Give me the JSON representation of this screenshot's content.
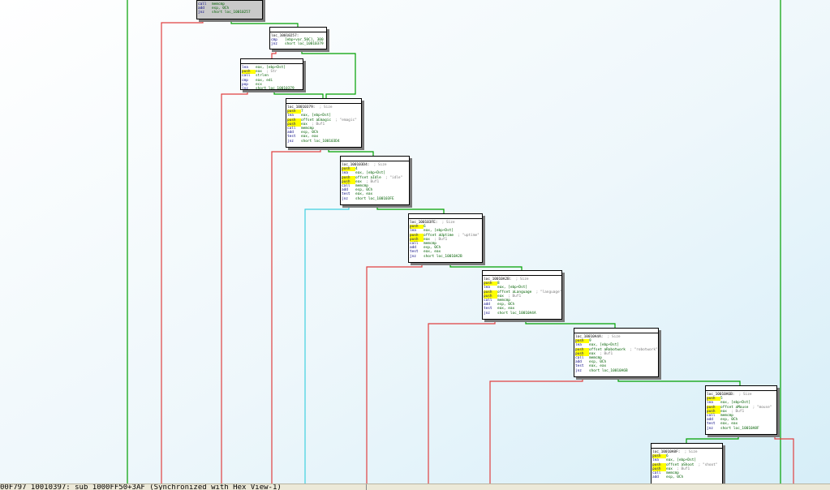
{
  "status": {
    "text": "00F797 10010397: sub_1000FF50+3AF (Synchronized with Hex View-1)"
  },
  "colors": {
    "true_edge": "#00a000",
    "false_edge": "#e04040",
    "uncond_edge": "#40d0e0",
    "hilite": "#ffff00"
  },
  "nodes": [
    {
      "id": "n0",
      "gray": true,
      "lines": [
        {
          "m": "call",
          "hl": false,
          "op": "memcmp",
          "c": ""
        },
        {
          "m": "add",
          "hl": false,
          "op": "esp, 0Ch",
          "c": ""
        },
        {
          "m": "jnz",
          "hl": false,
          "op": "short loc_10010257",
          "c": ""
        }
      ]
    },
    {
      "id": "n1",
      "gray": false,
      "lines": [
        {
          "m": "",
          "hl": false,
          "op": "loc_10010257:",
          "c": ""
        },
        {
          "m": "cmp",
          "hl": false,
          "op": "[ebp+var_50C], 300",
          "c": ""
        },
        {
          "m": "jnz",
          "hl": false,
          "op": "short loc_10010379",
          "c": ""
        }
      ]
    },
    {
      "id": "n2",
      "gray": false,
      "lines": [
        {
          "m": "lea",
          "hl": false,
          "op": "eax, [ebp+Dst]",
          "c": ""
        },
        {
          "m": "push",
          "hl": true,
          "op": "eax",
          "c": "; Str"
        },
        {
          "m": "call",
          "hl": false,
          "op": "strlen",
          "c": ""
        },
        {
          "m": "cmp",
          "hl": false,
          "op": "eax, edi",
          "c": ""
        },
        {
          "m": "pop",
          "hl": false,
          "op": "ecx",
          "c": ""
        },
        {
          "m": "jnz",
          "hl": false,
          "op": "short loc_10010379",
          "c": ""
        }
      ]
    },
    {
      "id": "n3",
      "gray": false,
      "lines": [
        {
          "m": "",
          "hl": false,
          "op": "loc_10010379:",
          "c": "; Size"
        },
        {
          "m": "push",
          "hl": true,
          "op": "7",
          "c": ""
        },
        {
          "m": "lea",
          "hl": false,
          "op": "eax, [ebp+Dst]",
          "c": ""
        },
        {
          "m": "push",
          "hl": true,
          "op": "offset aEmagic",
          "c": "; \"emagic\""
        },
        {
          "m": "push",
          "hl": true,
          "op": "eax",
          "c": "; Buf1"
        },
        {
          "m": "call",
          "hl": false,
          "op": "memcmp",
          "c": ""
        },
        {
          "m": "add",
          "hl": false,
          "op": "esp, 0Ch",
          "c": ""
        },
        {
          "m": "test",
          "hl": false,
          "op": "eax, eax",
          "c": ""
        },
        {
          "m": "jnz",
          "hl": false,
          "op": "short loc_100103D4",
          "c": ""
        }
      ]
    },
    {
      "id": "n4",
      "gray": false,
      "lines": [
        {
          "m": "",
          "hl": false,
          "op": "loc_100103D4:",
          "c": "; Size"
        },
        {
          "m": "push",
          "hl": true,
          "op": "4",
          "c": ""
        },
        {
          "m": "lea",
          "hl": false,
          "op": "eax, [ebp+Dst]",
          "c": ""
        },
        {
          "m": "push",
          "hl": true,
          "op": "offset aIdle",
          "c": "; \"idle\""
        },
        {
          "m": "push",
          "hl": true,
          "op": "eax",
          "c": "; Buf1"
        },
        {
          "m": "call",
          "hl": false,
          "op": "memcmp",
          "c": ""
        },
        {
          "m": "add",
          "hl": false,
          "op": "esp, 0Ch",
          "c": ""
        },
        {
          "m": "test",
          "hl": false,
          "op": "eax, eax",
          "c": ""
        },
        {
          "m": "jnz",
          "hl": false,
          "op": "short loc_100103FE",
          "c": ""
        }
      ]
    },
    {
      "id": "n5",
      "gray": false,
      "lines": [
        {
          "m": "",
          "hl": false,
          "op": "loc_100103FE:",
          "c": "; Size"
        },
        {
          "m": "push",
          "hl": true,
          "op": "6",
          "c": ""
        },
        {
          "m": "lea",
          "hl": false,
          "op": "eax, [ebp+Dst]",
          "c": ""
        },
        {
          "m": "push",
          "hl": true,
          "op": "offset aUptime",
          "c": "; \"uptime\""
        },
        {
          "m": "push",
          "hl": true,
          "op": "eax",
          "c": "; Buf1"
        },
        {
          "m": "call",
          "hl": false,
          "op": "memcmp",
          "c": ""
        },
        {
          "m": "add",
          "hl": false,
          "op": "esp, 0Ch",
          "c": ""
        },
        {
          "m": "test",
          "hl": false,
          "op": "eax, eax",
          "c": ""
        },
        {
          "m": "jnz",
          "hl": false,
          "op": "short loc_10010A2B",
          "c": ""
        }
      ]
    },
    {
      "id": "n6",
      "gray": false,
      "lines": [
        {
          "m": "",
          "hl": false,
          "op": "loc_10010A2B:",
          "c": "; Size"
        },
        {
          "m": "push",
          "hl": true,
          "op": "8",
          "c": ""
        },
        {
          "m": "lea",
          "hl": false,
          "op": "eax, [ebp+Dst]",
          "c": ""
        },
        {
          "m": "push",
          "hl": true,
          "op": "offset aLanguage",
          "c": "; \"language\""
        },
        {
          "m": "push",
          "hl": true,
          "op": "eax",
          "c": "; Buf1"
        },
        {
          "m": "call",
          "hl": false,
          "op": "memcmp",
          "c": ""
        },
        {
          "m": "add",
          "hl": false,
          "op": "esp, 0Ch",
          "c": ""
        },
        {
          "m": "test",
          "hl": false,
          "op": "eax, eax",
          "c": ""
        },
        {
          "m": "jnz",
          "hl": false,
          "op": "short loc_10010A4A",
          "c": ""
        }
      ]
    },
    {
      "id": "n7",
      "gray": false,
      "lines": [
        {
          "m": "",
          "hl": false,
          "op": "loc_10010A4A:",
          "c": "; Size"
        },
        {
          "m": "push",
          "hl": true,
          "op": "9",
          "c": ""
        },
        {
          "m": "lea",
          "hl": false,
          "op": "eax, [ebp+Dst]",
          "c": ""
        },
        {
          "m": "push",
          "hl": true,
          "op": "offset aRobotwork",
          "c": "; \"robotwork\""
        },
        {
          "m": "push",
          "hl": true,
          "op": "eax",
          "c": "; Buf1"
        },
        {
          "m": "call",
          "hl": false,
          "op": "memcmp",
          "c": ""
        },
        {
          "m": "add",
          "hl": false,
          "op": "esp, 0Ch",
          "c": ""
        },
        {
          "m": "test",
          "hl": false,
          "op": "eax, eax",
          "c": ""
        },
        {
          "m": "jnz",
          "hl": false,
          "op": "short loc_10010A6B",
          "c": ""
        }
      ]
    },
    {
      "id": "n8",
      "gray": false,
      "lines": [
        {
          "m": "",
          "hl": false,
          "op": "loc_10010A6B:",
          "c": "; Size"
        },
        {
          "m": "push",
          "hl": true,
          "op": "5",
          "c": ""
        },
        {
          "m": "lea",
          "hl": false,
          "op": "eax, [ebp+Dst]",
          "c": ""
        },
        {
          "m": "push",
          "hl": true,
          "op": "offset aMouse",
          "c": "; \"mouse\""
        },
        {
          "m": "push",
          "hl": true,
          "op": "eax",
          "c": "; Buf1"
        },
        {
          "m": "call",
          "hl": false,
          "op": "memcmp",
          "c": ""
        },
        {
          "m": "add",
          "hl": false,
          "op": "esp, 0Ch",
          "c": ""
        },
        {
          "m": "test",
          "hl": false,
          "op": "eax, eax",
          "c": ""
        },
        {
          "m": "jnz",
          "hl": false,
          "op": "short loc_10010A8F",
          "c": ""
        }
      ]
    },
    {
      "id": "n9",
      "gray": false,
      "lines": [
        {
          "m": "",
          "hl": false,
          "op": "loc_10010A8F:",
          "c": "; Size"
        },
        {
          "m": "push",
          "hl": true,
          "op": "6",
          "c": ""
        },
        {
          "m": "lea",
          "hl": false,
          "op": "eax, [ebp+Dst]",
          "c": ""
        },
        {
          "m": "push",
          "hl": true,
          "op": "offset aShoot",
          "c": "; \"shoot\""
        },
        {
          "m": "push",
          "hl": true,
          "op": "eax",
          "c": "; Buf1"
        },
        {
          "m": "call",
          "hl": false,
          "op": "memcmp",
          "c": ""
        },
        {
          "m": "add",
          "hl": false,
          "op": "esp, 0Ch",
          "c": ""
        }
      ]
    }
  ]
}
